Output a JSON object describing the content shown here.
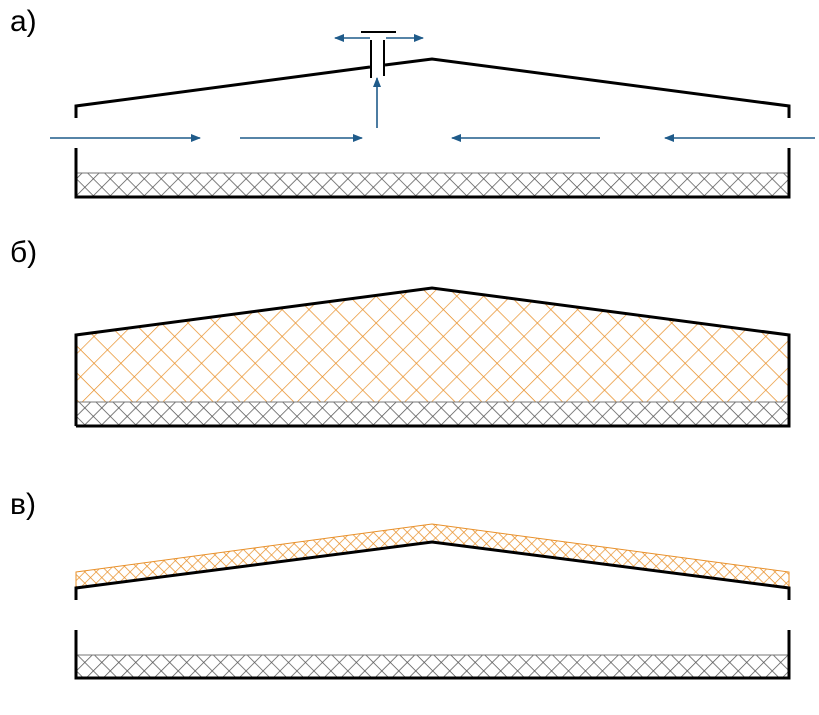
{
  "panels": [
    {
      "label": "а)",
      "description_id": "ventilated"
    },
    {
      "label": "б)",
      "description_id": "filled"
    },
    {
      "label": "в)",
      "description_id": "roof-insulated"
    }
  ],
  "colors": {
    "arrow": "#1f5b8a",
    "orange_hatch": "#e8902a",
    "gray_hatch": "#555555",
    "line": "#000000"
  }
}
